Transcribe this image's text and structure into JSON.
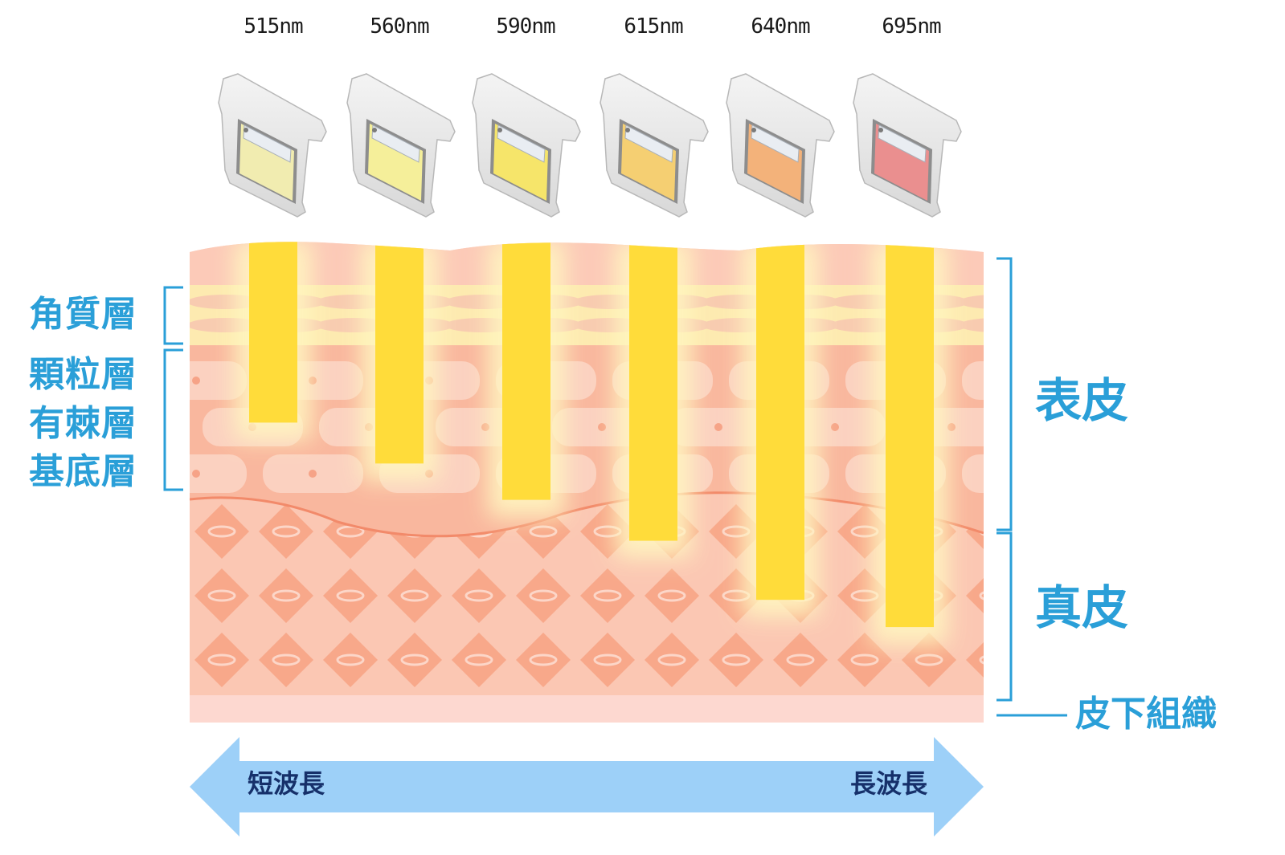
{
  "wavelengths": [
    "515nm",
    "560nm",
    "590nm",
    "615nm",
    "640nm",
    "695nm"
  ],
  "penetration_fraction": [
    0.4,
    0.49,
    0.57,
    0.66,
    0.79,
    0.85
  ],
  "filter_tints": [
    "#f1ecb0",
    "#f5ef9a",
    "#f6e56a",
    "#f5cf72",
    "#f3b27a",
    "#ea8f8f"
  ],
  "layers_left": {
    "stratum_corneum": "角質層",
    "stratum_granulosum": "顆粒層",
    "stratum_spinosum": "有棘層",
    "stratum_basale": "基底層"
  },
  "layers_right": {
    "epidermis": "表皮",
    "dermis": "真皮",
    "subcutaneous": "皮下組織"
  },
  "arrow": {
    "short_wavelength": "短波長",
    "long_wavelength": "長波長"
  },
  "colors": {
    "label_blue": "#2a9fd8",
    "beam_yellow": "#ffdc3a",
    "arrow_blue": "#9dd0f8",
    "arrow_text": "#16306a",
    "corneum": "#fdeab0",
    "epidermis": "#f9b79e",
    "dermis": "#f8a88a",
    "subcutaneous": "#fdd8d0"
  }
}
